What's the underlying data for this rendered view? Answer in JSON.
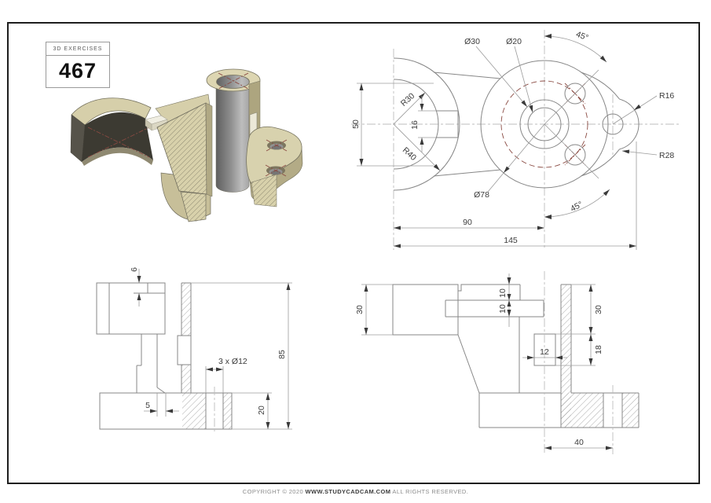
{
  "header": {
    "series_label": "3D EXERCISES",
    "exercise_number": "467"
  },
  "views": {
    "top": {
      "dims": {
        "dia30": "Ø30",
        "dia20": "Ø20",
        "angle_top": "45°",
        "r16": "R16",
        "r28": "R28",
        "r30": "R30",
        "r40": "R40",
        "slot16": "16",
        "height50": "50",
        "dia78": "Ø78",
        "angle_bottom": "45°",
        "width90": "90",
        "width145": "145"
      }
    },
    "front": {
      "dims": {
        "depth6": "6",
        "holes": "3 x Ø12",
        "height85": "85",
        "offset5": "5",
        "height20": "20"
      }
    },
    "side": {
      "dims": {
        "height30_left": "30",
        "thk10_upper": "10",
        "thk10_lower": "10",
        "slot12": "12",
        "height30_right": "30",
        "height18": "18",
        "width40": "40"
      }
    }
  },
  "footer": {
    "copyright": "COPYRIGHT © 2020",
    "site": "WWW.STUDYCADCAM.COM",
    "rights": "ALL RIGHTS RESERVED."
  },
  "colors": {
    "body_tan": "#d8d1ab",
    "body_dark": "#3c3a32",
    "centerline_red": "#8a4a42",
    "line_gray": "#878787"
  }
}
